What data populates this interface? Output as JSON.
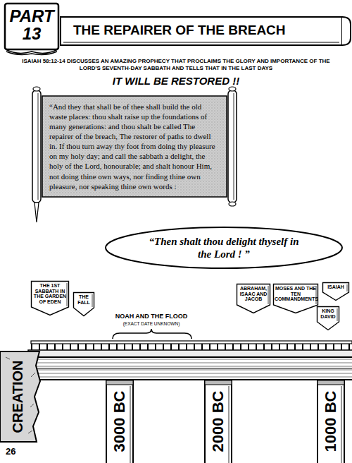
{
  "diagram": {
    "title": "THE REPAIRER OF THE BREACH",
    "nodes": [
      {
        "text": [
          "PART 13"
        ]
      },
      {
        "text": [
          "“And they that shall be of thee shall build the old waste places: thou shalt raise up the foundations of many generations: and thou shalt be called The repairer of the breach, The restorer of paths to dwell in. If thou turn away thy foot from doing thy pleasure on my holy day; and call the sabbath a delight, the holy of the Lord, honourable; and shalt honour Him, not doing thine own ways, nor finding thine own pleasure, nor speaking thine own words :"
        ]
      },
      {
        "text": [
          "“Then shalt thou delight thyself in the Lord ! ”"
        ]
      },
      {
        "text": [
          "THE 1ST SABBATH IN THE GARDEN OF EDEN"
        ]
      },
      {
        "text": [
          "THE FALL"
        ]
      },
      {
        "text": [
          "ABRAHAM, ISAAC AND JACOB"
        ]
      },
      {
        "text": [
          "MOSES AND THE TEN COMMANDMENTS"
        ]
      },
      {
        "text": [
          "KING DAVID"
        ]
      },
      {
        "text": [
          "ISAIAH"
        ]
      },
      {
        "text": [
          "CREATION"
        ]
      },
      {
        "text": [
          "3000 BC"
        ]
      },
      {
        "text": [
          "2000 BC"
        ]
      },
      {
        "text": [
          "1000 BC"
        ]
      }
    ],
    "labels": [
      "ISAIAH 58:12-14 DISCUSSES AN AMAZING PROPHECY THAT PROCLAIMS THE GLORY AND IMPORTANCE OF THE LORD'S SEVENTH-DAY SABBATH AND TELLS THAT IN THE LAST DAYS",
      "IT WILL BE RESTORED !!",
      "NOAH AND THE FLOOD",
      "(EXACT DATE UNKNOWN)",
      "26"
    ]
  }
}
